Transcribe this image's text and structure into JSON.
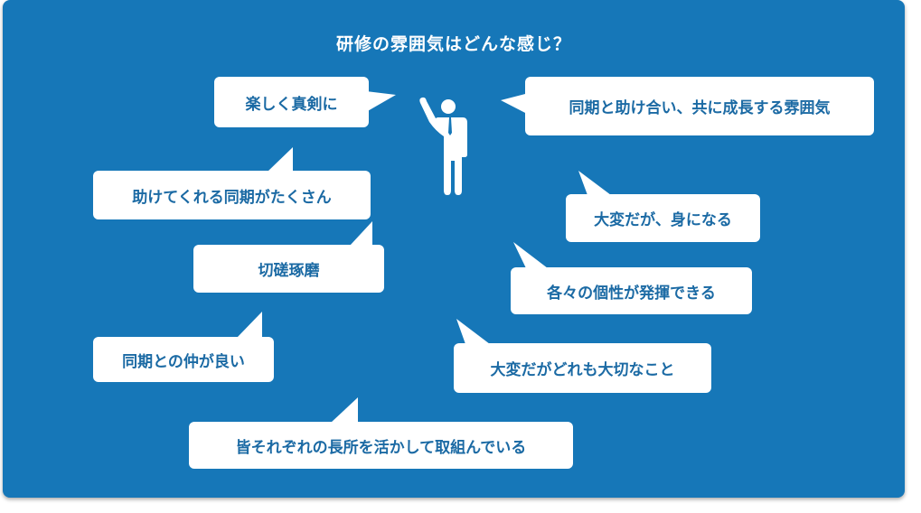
{
  "title": "研修の雰囲気はどんな感じ？",
  "colors": {
    "background": "#1677b8",
    "bubble": "#ffffff",
    "bubble_text": "#1b6aa4",
    "tie": "#1677b8"
  },
  "figure_icon": "person-pointing-up-icon",
  "bubbles": [
    "楽しく真剣に",
    "同期と助け合い、共に成長する雰囲気",
    "助けてくれる同期がたくさん",
    "大変だが、身になる",
    "切磋琢磨",
    "各々の個性が発揮できる",
    "同期との仲が良い",
    "大変だがどれも大切なこと",
    "皆それぞれの長所を活かして取組んでいる"
  ]
}
